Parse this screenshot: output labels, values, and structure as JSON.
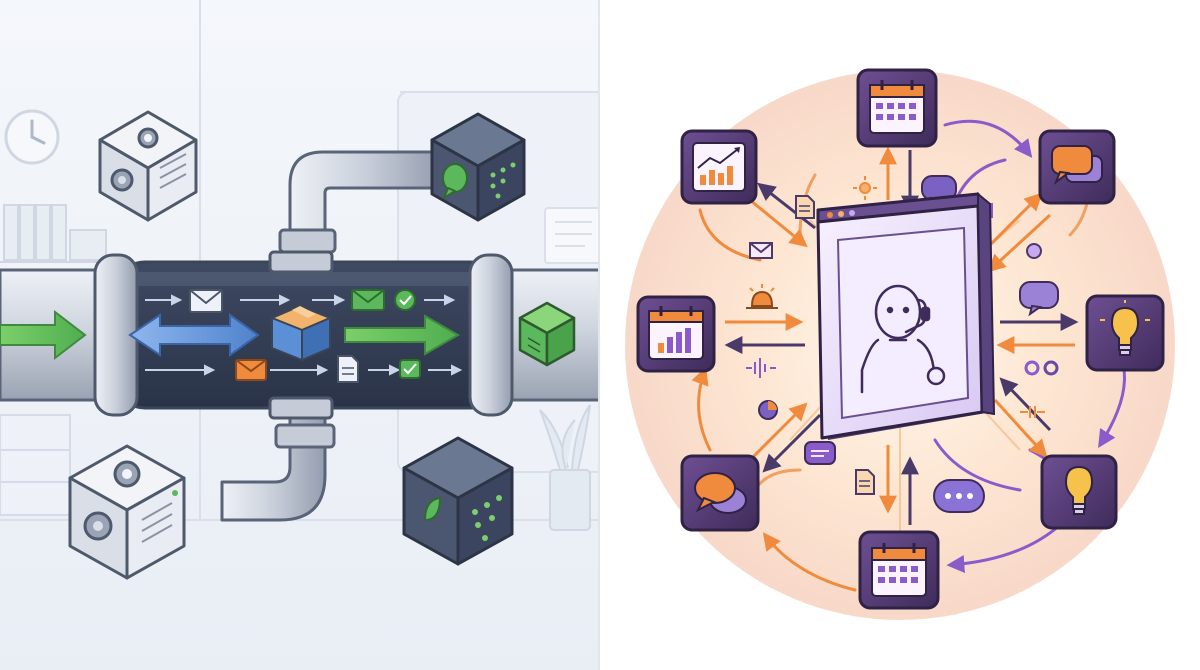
{
  "scene": {
    "left": {
      "theme": "pipeline",
      "nodes": [
        "gear-doc-cube",
        "chat-cube",
        "gear-doc-cube",
        "leaf-cube",
        "doc-cube"
      ],
      "flow_items": [
        "envelope-icon",
        "package-icon",
        "check-icon",
        "document-icon"
      ]
    },
    "right": {
      "theme": "hub",
      "center": "agent-window",
      "tiles": [
        "calendar-icon",
        "chat-icon",
        "lightbulb-icon",
        "lightbulb-icon",
        "calendar-icon",
        "chat-icon",
        "calendar-icon",
        "chart-icon"
      ]
    }
  },
  "colors": {
    "navy": "#3b4a66",
    "green": "#5cb85c",
    "blue": "#5b8fd6",
    "orange": "#f08a3c",
    "purple": "#8a5cc9",
    "tile_purple": "#5a3f7a",
    "glow": "#fbe3cf"
  }
}
